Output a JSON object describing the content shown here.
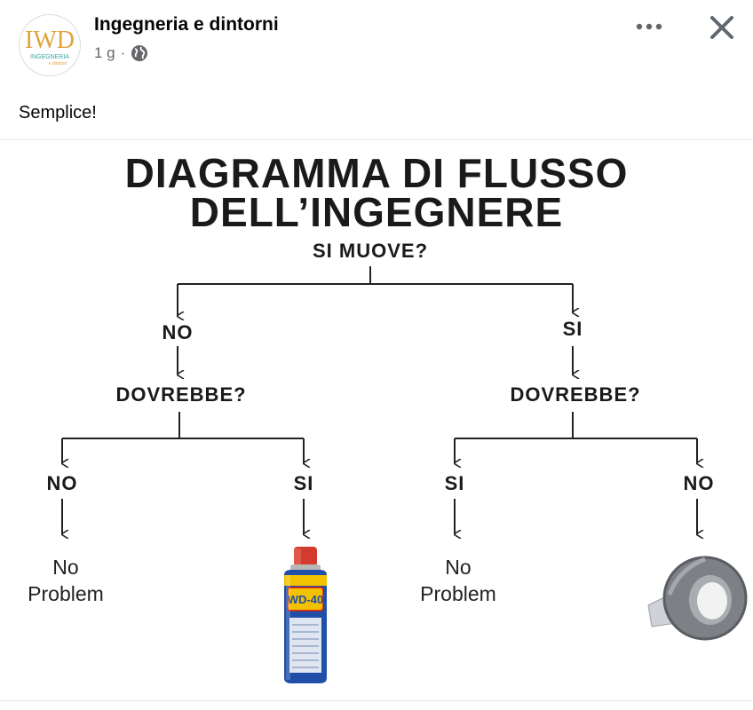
{
  "post": {
    "page_name": "Ingegneria e dintorni",
    "time": "1 g",
    "separator": "·",
    "caption": "Semplice!",
    "logo": {
      "mark": "IWD",
      "line1": "INGEGNERIA",
      "line2": "e dintorni"
    }
  },
  "icons": {
    "more": "more-horizontal-icon",
    "close": "close-icon",
    "audience": "globe-icon"
  },
  "flowchart": {
    "title_line1": "DIAGRAMMA DI FLUSSO",
    "title_line2": "DELL’INGEGNERE",
    "root": "SI MUOVE?",
    "left": {
      "answer": "NO",
      "question": "DOVREBBE?",
      "left_answer": "NO",
      "left_result_line1": "No",
      "left_result_line2": "Problem",
      "right_answer": "SI",
      "right_result": "wd40-spray-can",
      "can_label": "WD-40"
    },
    "right": {
      "answer": "SI",
      "question": "DOVREBBE?",
      "left_answer": "SI",
      "left_result_line1": "No",
      "left_result_line2": "Problem",
      "right_answer": "NO",
      "right_result": "duct-tape-roll"
    }
  },
  "colors": {
    "text": "#050505",
    "meta": "#65676b",
    "divider": "#e4e6eb",
    "logo_orange": "#e2a33a",
    "logo_teal": "#3aa6a0"
  }
}
